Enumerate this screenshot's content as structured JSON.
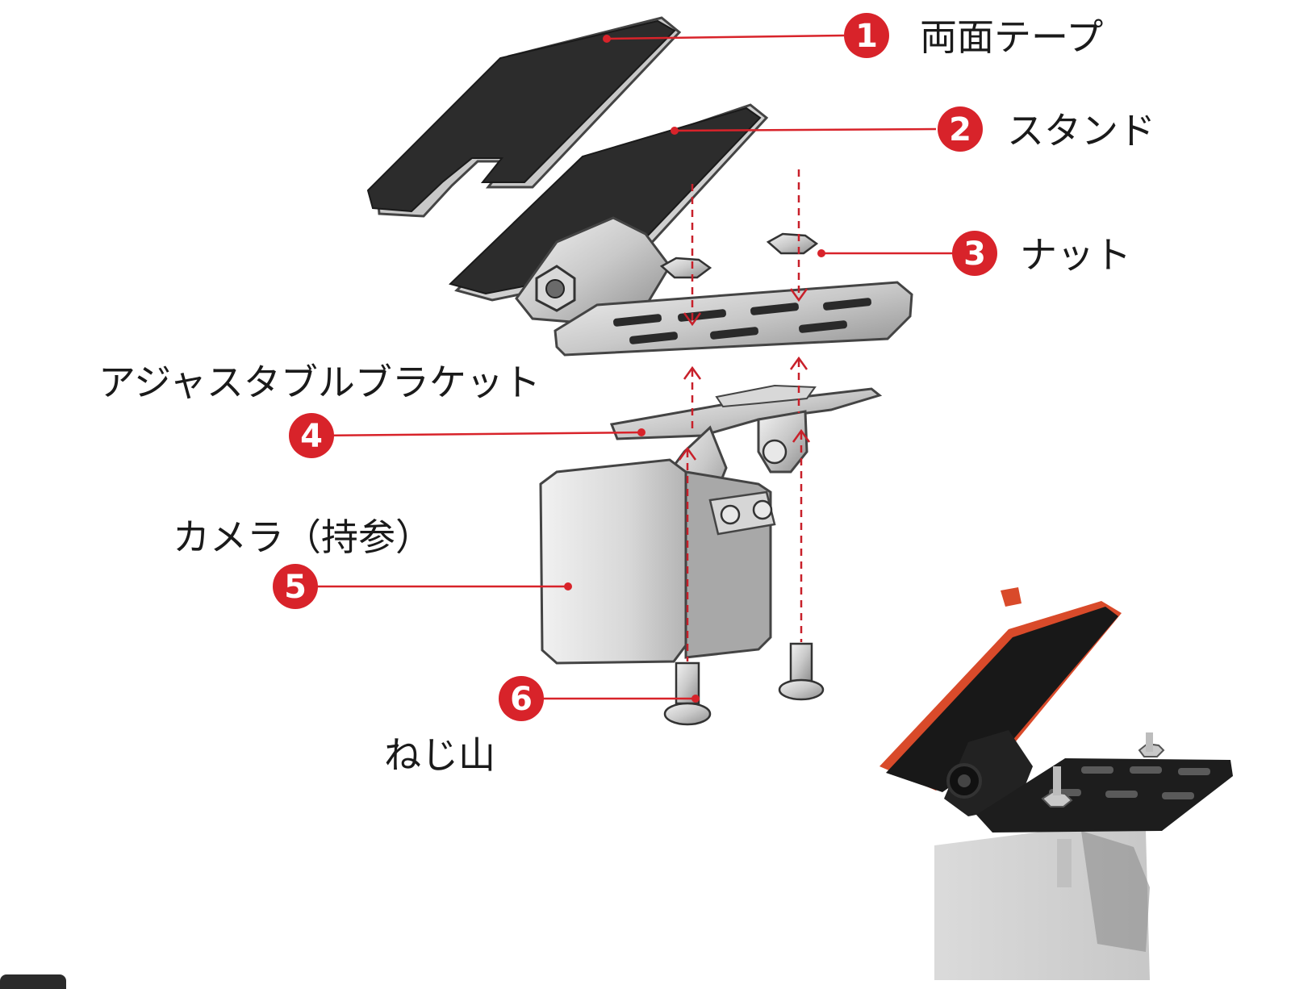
{
  "callouts": [
    {
      "number": "1",
      "label": "両面テープ"
    },
    {
      "number": "2",
      "label": "スタンド"
    },
    {
      "number": "3",
      "label": "ナット"
    },
    {
      "number": "4",
      "label": "アジャスタブルブラケット"
    },
    {
      "number": "5",
      "label": "カメラ（持参）"
    },
    {
      "number": "6",
      "label": "ねじ山"
    }
  ],
  "colors": {
    "accent": "#d8232a",
    "part_dark": "#2c2c2c",
    "part_metal": "#cfcfcf",
    "camera_body": "#dadada"
  }
}
